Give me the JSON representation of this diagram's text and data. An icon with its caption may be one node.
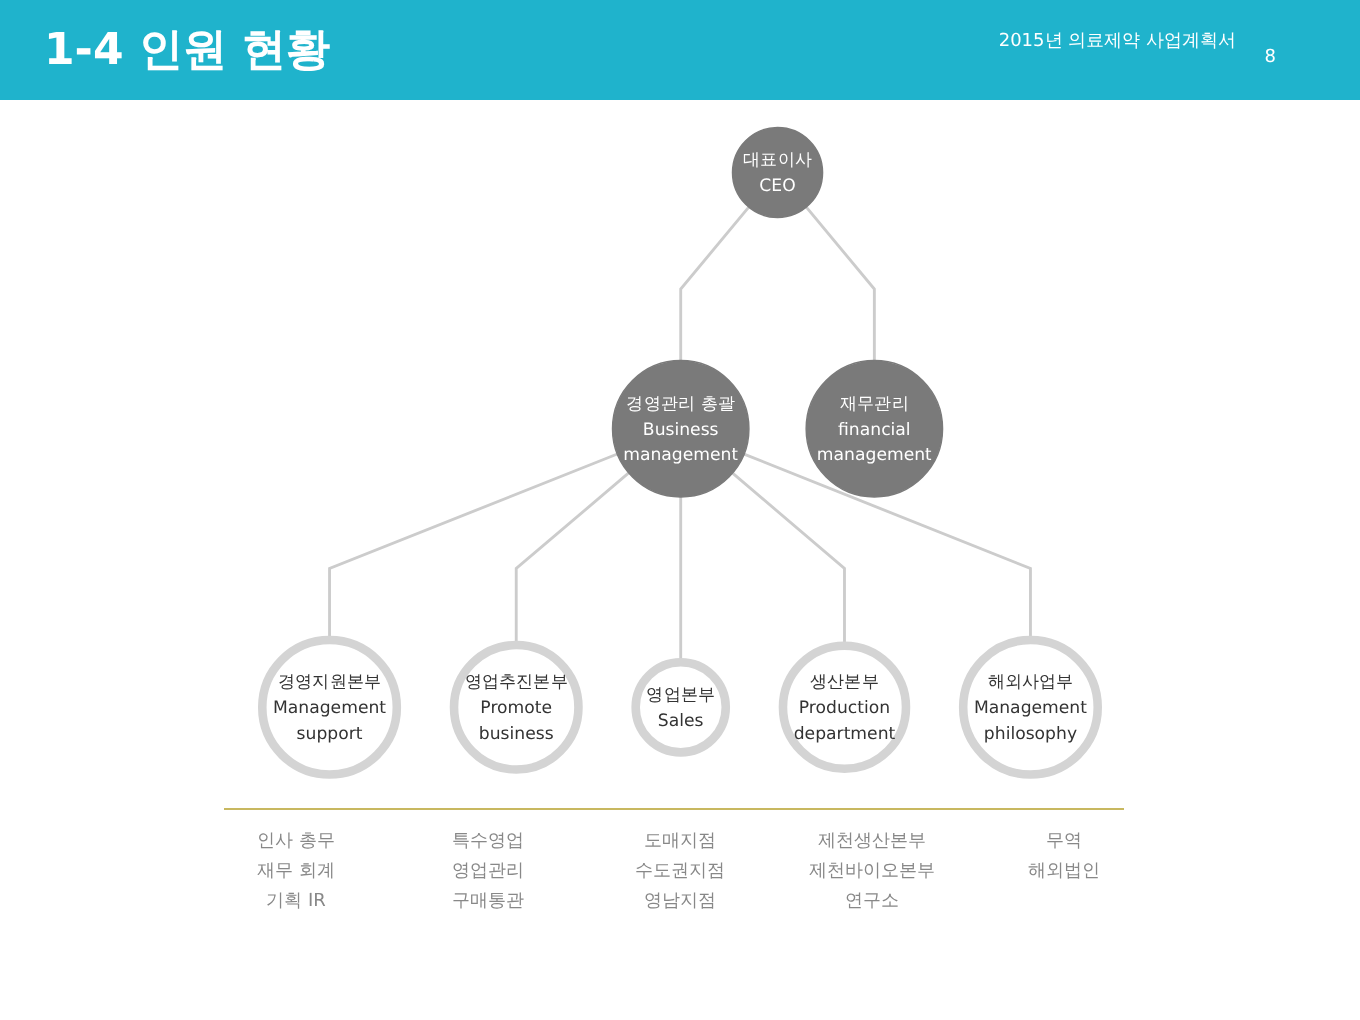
{
  "diagram": {
    "title": "1-4 인원 현황",
    "nodes": [
      {
        "text": [
          "대표이사",
          "CEO"
        ]
      },
      {
        "text": [
          "경영관리 총괄",
          "Business management"
        ]
      },
      {
        "text": [
          "재무관리",
          "financial management"
        ]
      },
      {
        "text": [
          "경영지원본부",
          "Management support"
        ],
        "beside": [
          "인사 총무",
          "재무 회계",
          "기획 IR"
        ]
      },
      {
        "text": [
          "영업추진본부",
          "Promote business"
        ],
        "beside": [
          "특수영업",
          "영업관리",
          "구매통관"
        ]
      },
      {
        "text": [
          "영업본부",
          "Sales"
        ],
        "beside": [
          "도매지점",
          "수도권지점",
          "영남지점"
        ]
      },
      {
        "text": [
          "생산본부",
          "Production department"
        ],
        "beside": [
          "제천생산본부",
          "제천바이오본부",
          "연구소"
        ]
      },
      {
        "text": [
          "해외사업부",
          "Management philosophy"
        ],
        "beside": [
          "무역",
          "해외법인"
        ]
      }
    ],
    "edges": [
      {
        "from": 0,
        "to": 1,
        "arrow": "none"
      },
      {
        "from": 0,
        "to": 2,
        "arrow": "none"
      },
      {
        "from": 1,
        "to": 3,
        "arrow": "none"
      },
      {
        "from": 1,
        "to": 4,
        "arrow": "none"
      },
      {
        "from": 1,
        "to": 5,
        "arrow": "none"
      },
      {
        "from": 1,
        "to": 6,
        "arrow": "none"
      },
      {
        "from": 1,
        "to": 7,
        "arrow": "none"
      }
    ],
    "labels": [
      "2015년 의료제약 사업계획서",
      "8"
    ]
  }
}
